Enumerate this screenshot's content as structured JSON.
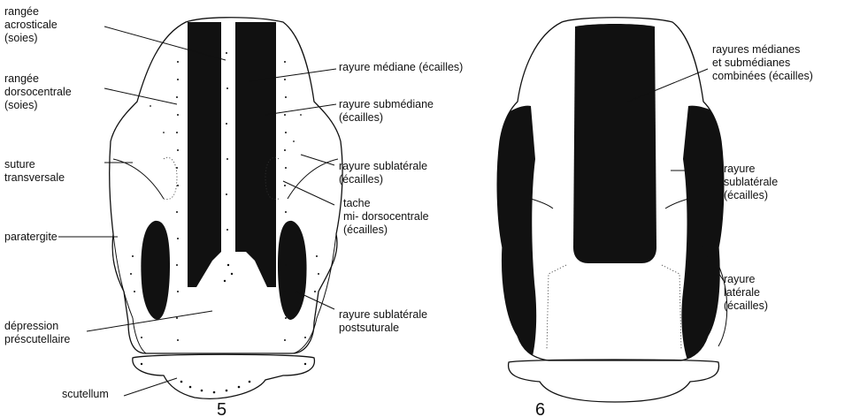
{
  "figure5": {
    "number": "5",
    "labels": {
      "acrostical_row": [
        "rangée",
        "acrosticale",
        "(soies)"
      ],
      "dorsocentral_row": [
        "rangée",
        "dorsocentrale",
        "(soies)"
      ],
      "transverse_suture": [
        "suture",
        "transversale"
      ],
      "paratergite": "paratergite",
      "prescutellar_depression": [
        "dépression",
        "préscutellaire"
      ],
      "scutellum": "scutellum",
      "median_stripe": "rayure médiane (écailles)",
      "submedian_stripe": [
        "rayure submédiane",
        "(écailles)"
      ],
      "sublateral_stripe": [
        "rayure sublatérale",
        "(écailles)"
      ],
      "mid_dorsocentral_spot": [
        "tache",
        "mi- dorsocentrale",
        "(écailles)"
      ],
      "postsutural_sublateral_stripe": [
        "rayure sublatérale",
        "postsuturale"
      ]
    }
  },
  "figure6": {
    "number": "6",
    "labels": {
      "combined_stripes": [
        "rayures médianes",
        "et submédianes",
        "combinées (écailles)"
      ],
      "sublateral_stripe": [
        "rayure",
        "sublatérale",
        "(écailles)"
      ],
      "lateral_stripe": [
        "rayure",
        "latérale",
        "(écailles)"
      ]
    }
  }
}
